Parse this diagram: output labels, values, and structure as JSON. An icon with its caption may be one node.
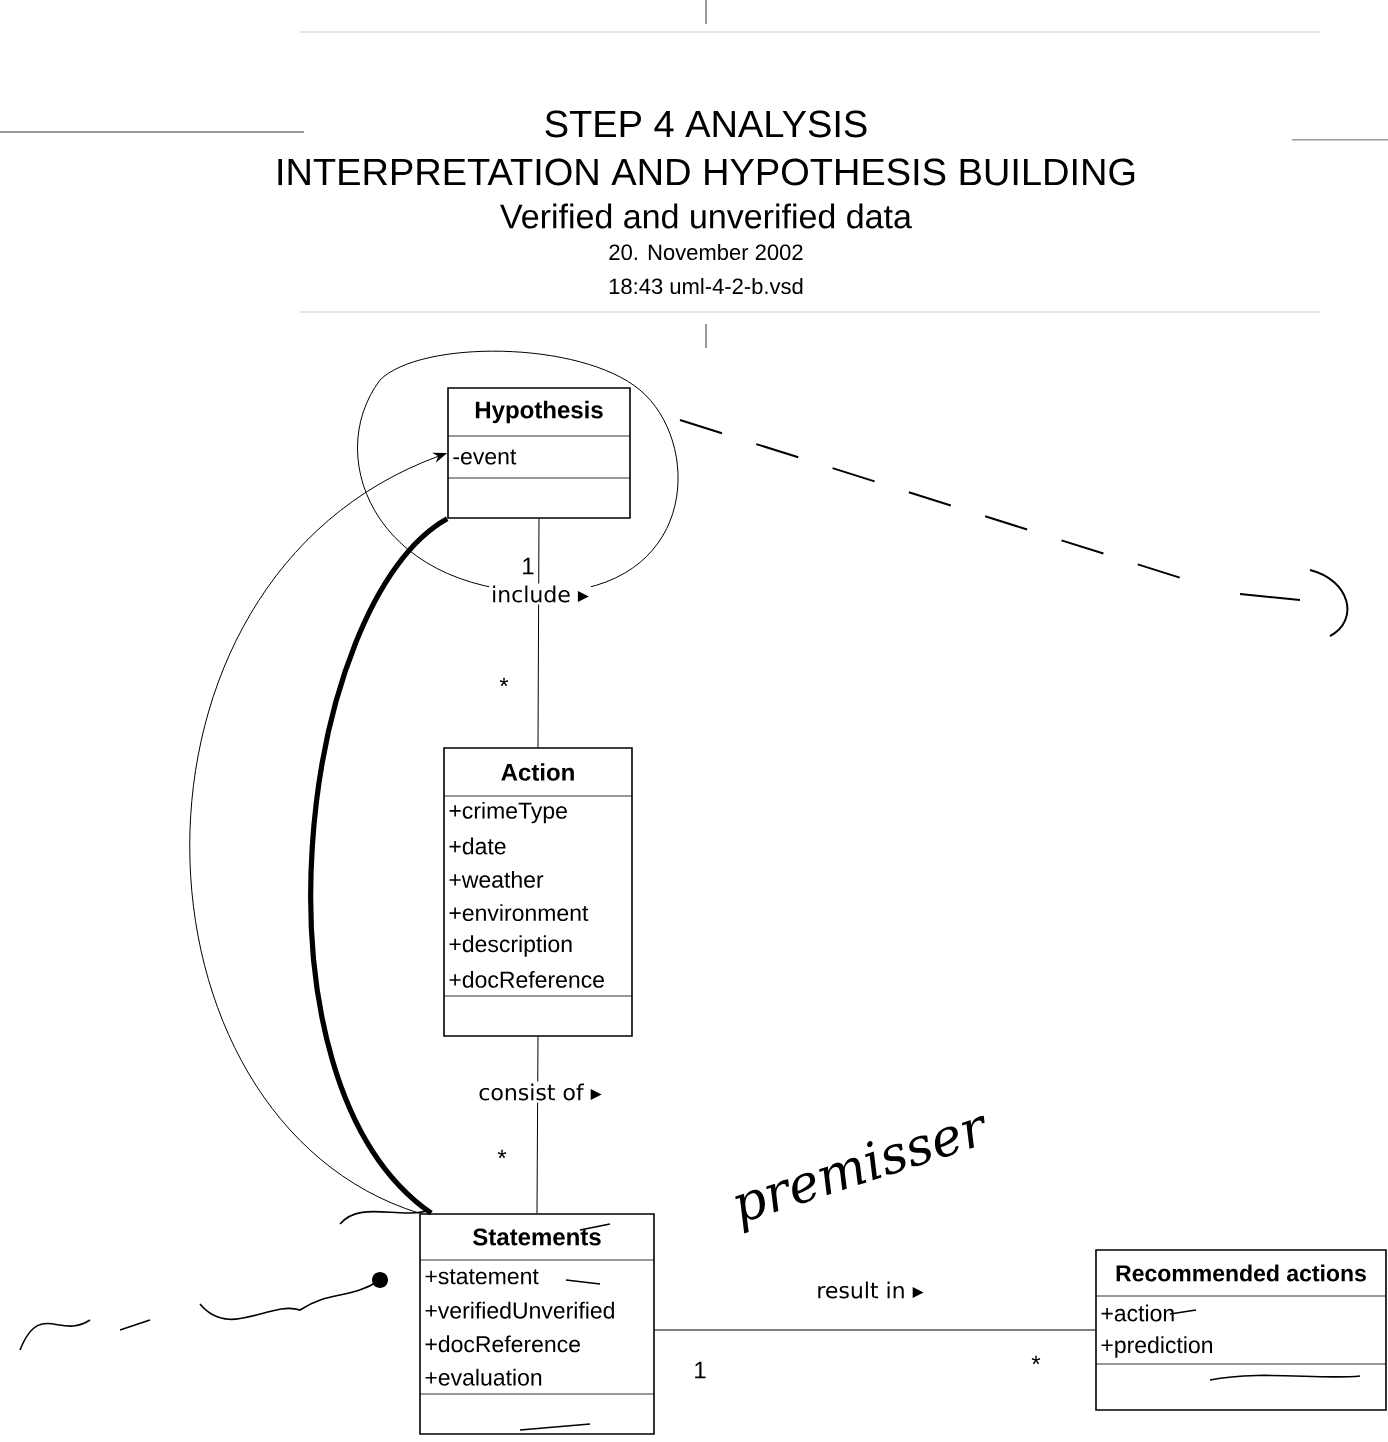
{
  "diagram": {
    "title": "STEP 4 ANALYSIS",
    "nodes": [
      {
        "text": [
          "Hypothesis",
          "-event"
        ]
      },
      {
        "text": [
          "Action",
          "+crimeType",
          "+date",
          "+weather",
          "+environment",
          "+description",
          "+docReference"
        ]
      },
      {
        "text": [
          "Statements",
          "+statement",
          "+verifiedUnverified",
          "+docReference",
          "+evaluation"
        ]
      },
      {
        "text": [
          "Recommended actions",
          "+action",
          "+prediction"
        ]
      }
    ],
    "edges": [
      {
        "from": 0,
        "to": 1,
        "arrow": "none",
        "label": "include ▸"
      },
      {
        "from": 1,
        "to": 2,
        "arrow": "none",
        "label": "consist of ▸"
      },
      {
        "from": 2,
        "to": 3,
        "arrow": "none",
        "label": "result in ▸"
      },
      {
        "from": 2,
        "to": 0,
        "arrow": "to"
      },
      {
        "from": 2,
        "to": 0,
        "arrow": "none",
        "style": "thick"
      }
    ],
    "labels": [
      "INTERPRETATION AND HYPOTHESIS BUILDING",
      "Verified and unverified data",
      "20. November 2002",
      "18:43  uml-4-2-b.vsd",
      "1",
      "*",
      "*",
      "1",
      "*",
      "premisser"
    ]
  }
}
